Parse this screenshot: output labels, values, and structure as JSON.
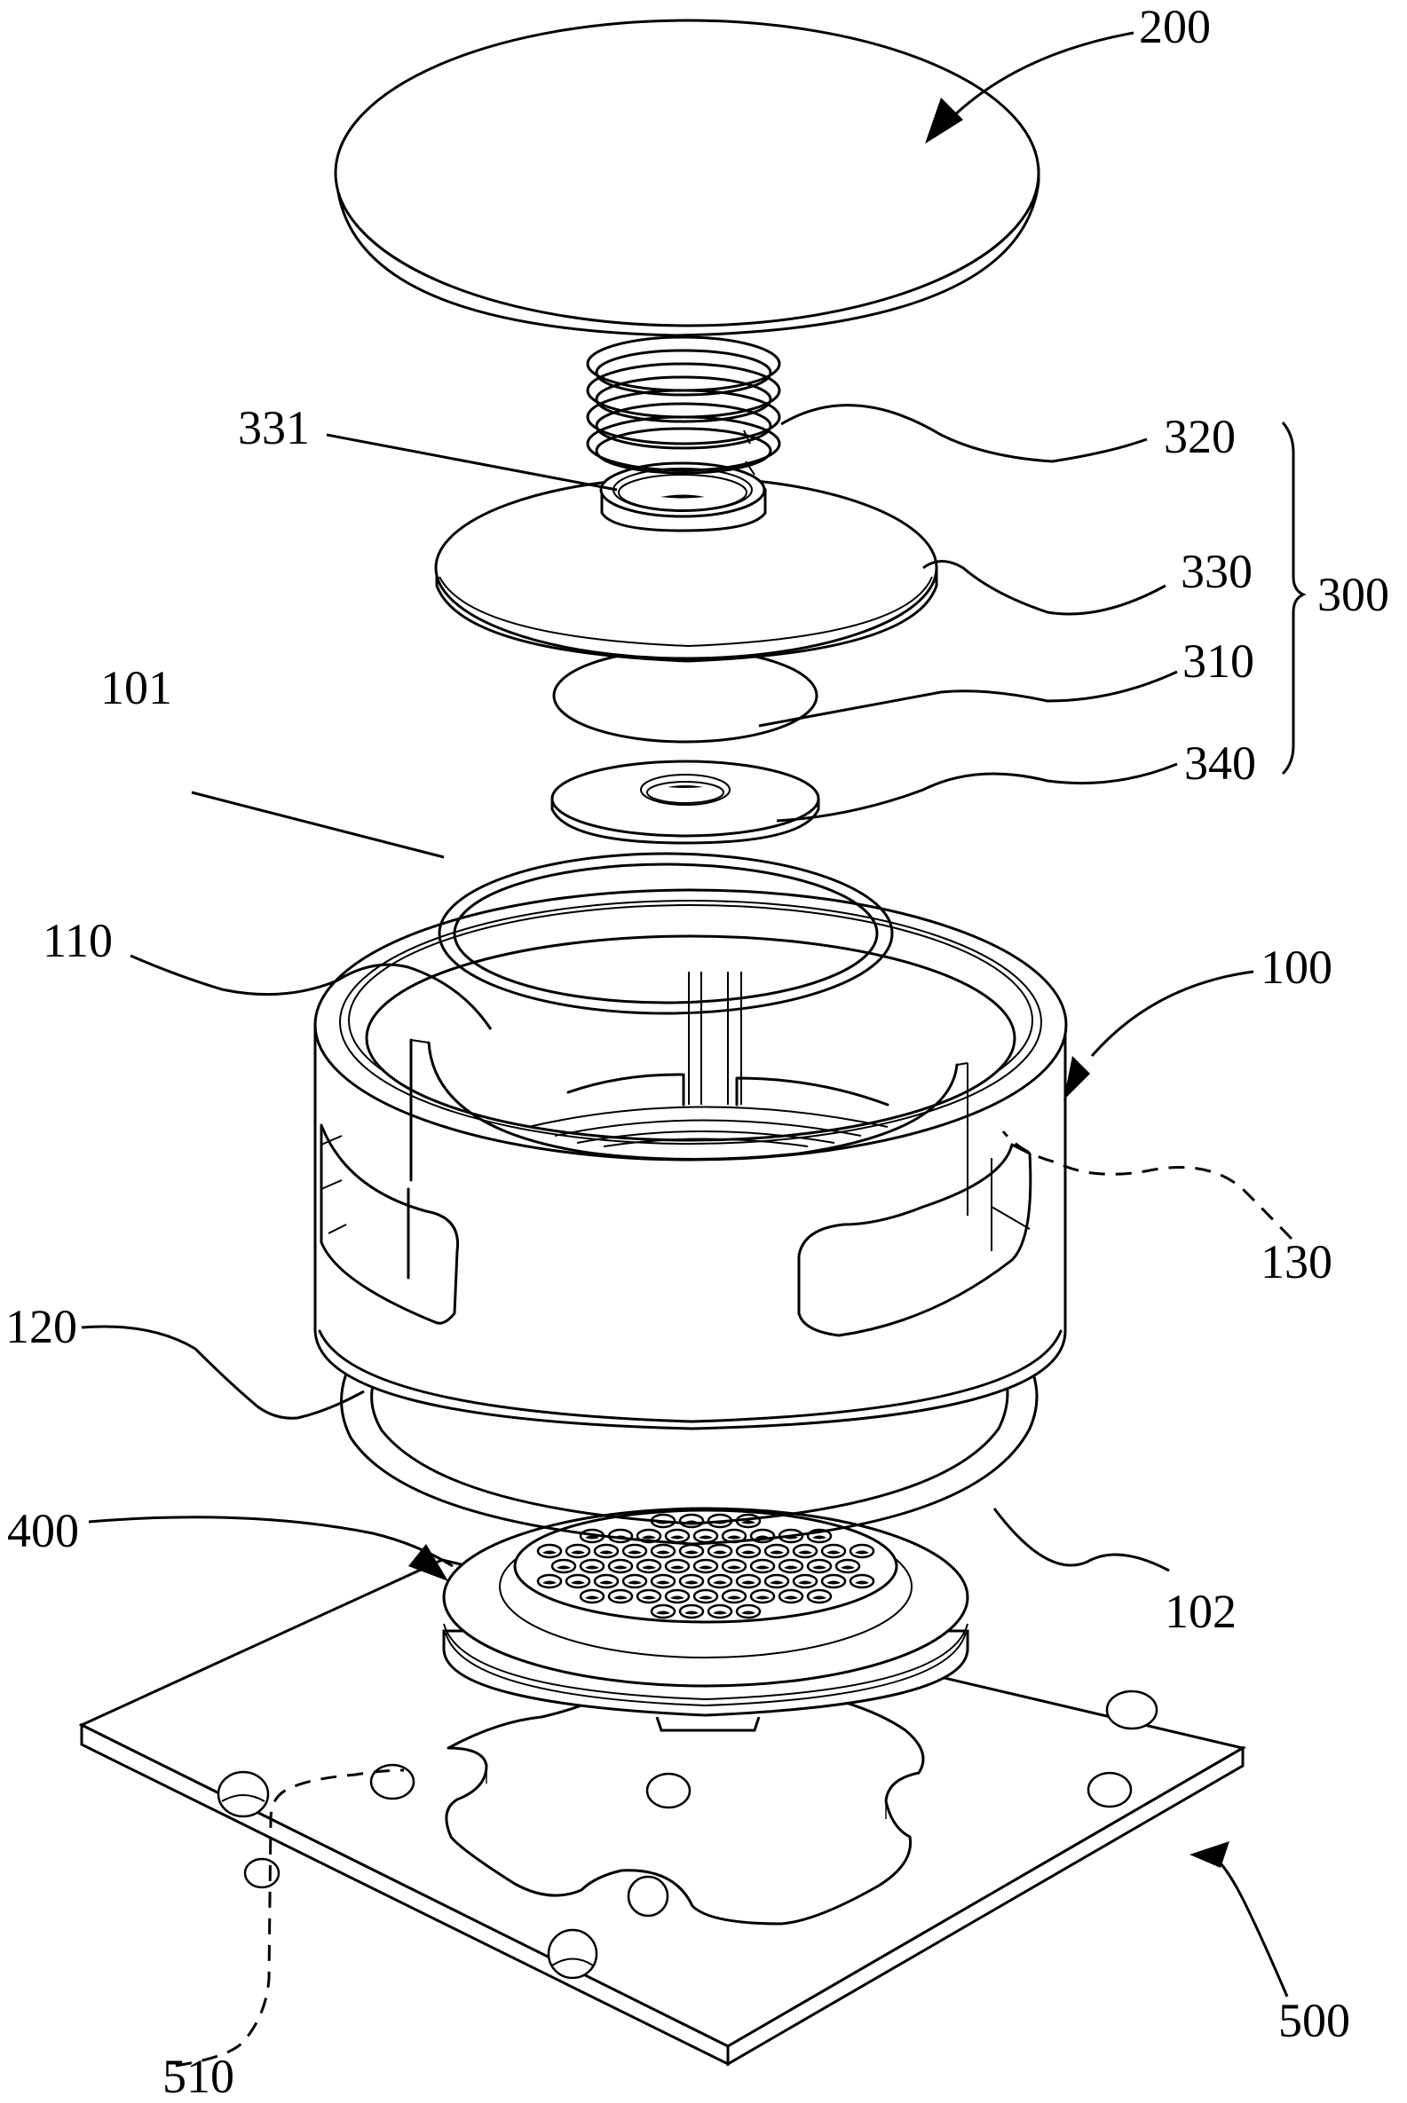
{
  "figure": {
    "type": "exploded perspective view",
    "labels": [
      {
        "id": "200",
        "text": "200",
        "pointer": "arrow"
      },
      {
        "id": "320",
        "text": "320",
        "pointer": "leader"
      },
      {
        "id": "331",
        "text": "331",
        "pointer": "leader"
      },
      {
        "id": "330",
        "text": "330",
        "pointer": "leader"
      },
      {
        "id": "310",
        "text": "310",
        "pointer": "leader"
      },
      {
        "id": "340",
        "text": "340",
        "pointer": "leader"
      },
      {
        "id": "300",
        "text": "300",
        "pointer": "brace",
        "groups": [
          "320",
          "330",
          "310",
          "340"
        ]
      },
      {
        "id": "101",
        "text": "101",
        "pointer": "leader"
      },
      {
        "id": "110",
        "text": "110",
        "pointer": "leader"
      },
      {
        "id": "100",
        "text": "100",
        "pointer": "arrow"
      },
      {
        "id": "120",
        "text": "120",
        "pointer": "leader"
      },
      {
        "id": "130",
        "text": "130",
        "pointer": "dashed-leader"
      },
      {
        "id": "400",
        "text": "400",
        "pointer": "arrow"
      },
      {
        "id": "102",
        "text": "102",
        "pointer": "leader"
      },
      {
        "id": "500",
        "text": "500",
        "pointer": "arrow"
      },
      {
        "id": "510",
        "text": "510",
        "pointer": "dashed-leader"
      }
    ],
    "parts": [
      {
        "ref": "200",
        "shape": "cover disc"
      },
      {
        "ref": "320",
        "shape": "coil spring"
      },
      {
        "ref": "330",
        "shape": "plate with boss"
      },
      {
        "ref": "331",
        "shape": "annular boss"
      },
      {
        "ref": "310",
        "shape": "thin disc"
      },
      {
        "ref": "340",
        "shape": "washer"
      },
      {
        "ref": "101",
        "shape": "upper sealing ring"
      },
      {
        "ref": "100",
        "shape": "cylindrical housing"
      },
      {
        "ref": "110",
        "shape": "inner cavity"
      },
      {
        "ref": "120",
        "shape": "lower rim"
      },
      {
        "ref": "130",
        "shape": "side window openings"
      },
      {
        "ref": "102",
        "shape": "lower sealing ring"
      },
      {
        "ref": "400",
        "shape": "perforated filter"
      },
      {
        "ref": "500",
        "shape": "square base plate"
      },
      {
        "ref": "510",
        "shape": "lobed through-opening"
      }
    ]
  }
}
